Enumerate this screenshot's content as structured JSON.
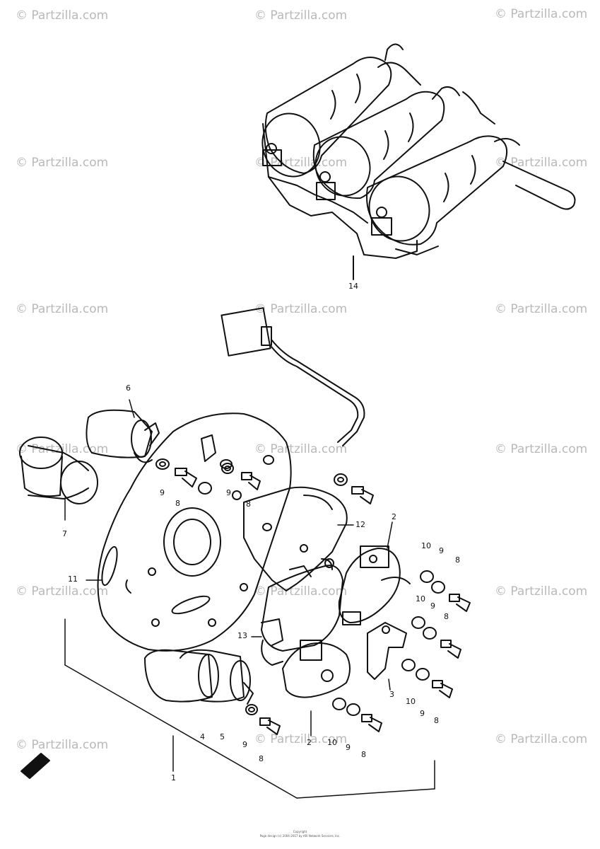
{
  "watermark": "© Partzilla.com",
  "callouts": [
    "14",
    "6",
    "7",
    "11",
    "13",
    "1",
    "4",
    "5",
    "9",
    "8",
    "2",
    "3",
    "10",
    "12"
  ],
  "footer": {
    "line1": "Copyright",
    "line2": "Page design (c) 2004-2017 by ARI Network Services, Inc."
  },
  "colors": {
    "ink": "#111111",
    "watermark": "#b9b9b9",
    "paper": "#ffffff"
  }
}
